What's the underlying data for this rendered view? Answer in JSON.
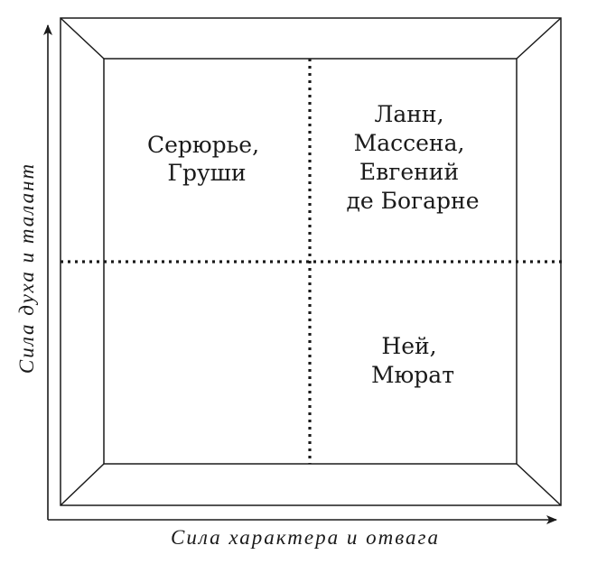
{
  "axes": {
    "x_label": "Сила характера и отвага",
    "y_label": "Сила духа и талант"
  },
  "quadrants": {
    "top_left": [
      "Серюрье,",
      "Груши"
    ],
    "top_right": [
      "Ланн,",
      "Массена,",
      "Евгений",
      "де Богарне"
    ],
    "bottom_left": [],
    "bottom_right": [
      "Ней,",
      "Мюрат"
    ]
  }
}
